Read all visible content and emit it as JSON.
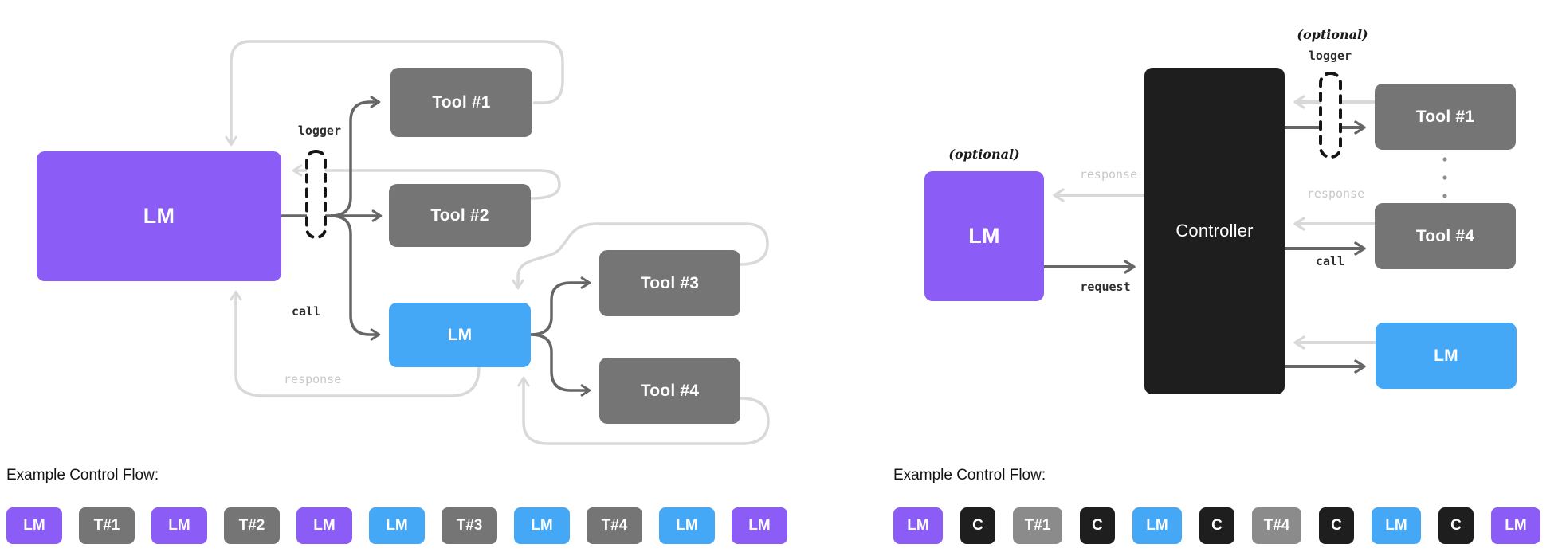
{
  "colors": {
    "purple": "#8B5CF6",
    "blue": "#45A8F6",
    "gray": "#757575",
    "gray_light": "#8B8B8B",
    "black": "#1E1E1E",
    "arrow_light": "#D9D9D9",
    "arrow_dark": "#666666"
  },
  "left_diagram": {
    "lm_main": "LM",
    "logger_label": "logger",
    "call_label": "call",
    "response_label": "response",
    "tool1": "Tool #1",
    "tool2": "Tool #2",
    "lm_sub": "LM",
    "tool3": "Tool #3",
    "tool4": "Tool #4",
    "flow_title": "Example Control Flow:",
    "chips": [
      {
        "label": "LM",
        "color": "purple"
      },
      {
        "label": "T#1",
        "color": "gray"
      },
      {
        "label": "LM",
        "color": "purple"
      },
      {
        "label": "T#2",
        "color": "gray"
      },
      {
        "label": "LM",
        "color": "purple"
      },
      {
        "label": "LM",
        "color": "blue"
      },
      {
        "label": "T#3",
        "color": "gray"
      },
      {
        "label": "LM",
        "color": "blue"
      },
      {
        "label": "T#4",
        "color": "gray"
      },
      {
        "label": "LM",
        "color": "blue"
      },
      {
        "label": "LM",
        "color": "purple"
      }
    ]
  },
  "right_diagram": {
    "optional_lm": "(optional)",
    "lm": "LM",
    "response_label": "response",
    "request_label": "request",
    "controller": "Controller",
    "optional_logger": "(optional)",
    "logger_label": "logger",
    "tool1": "Tool #1",
    "tool_response_label": "response",
    "call_label": "call",
    "tool4": "Tool #4",
    "lm_sub": "LM",
    "flow_title": "Example Control Flow:",
    "chips": [
      {
        "label": "LM",
        "color": "purple"
      },
      {
        "label": "C",
        "color": "black"
      },
      {
        "label": "T#1",
        "color": "gray-light"
      },
      {
        "label": "C",
        "color": "black"
      },
      {
        "label": "LM",
        "color": "blue"
      },
      {
        "label": "C",
        "color": "black"
      },
      {
        "label": "T#4",
        "color": "gray-light"
      },
      {
        "label": "C",
        "color": "black"
      },
      {
        "label": "LM",
        "color": "blue"
      },
      {
        "label": "C",
        "color": "black"
      },
      {
        "label": "LM",
        "color": "purple"
      }
    ]
  }
}
